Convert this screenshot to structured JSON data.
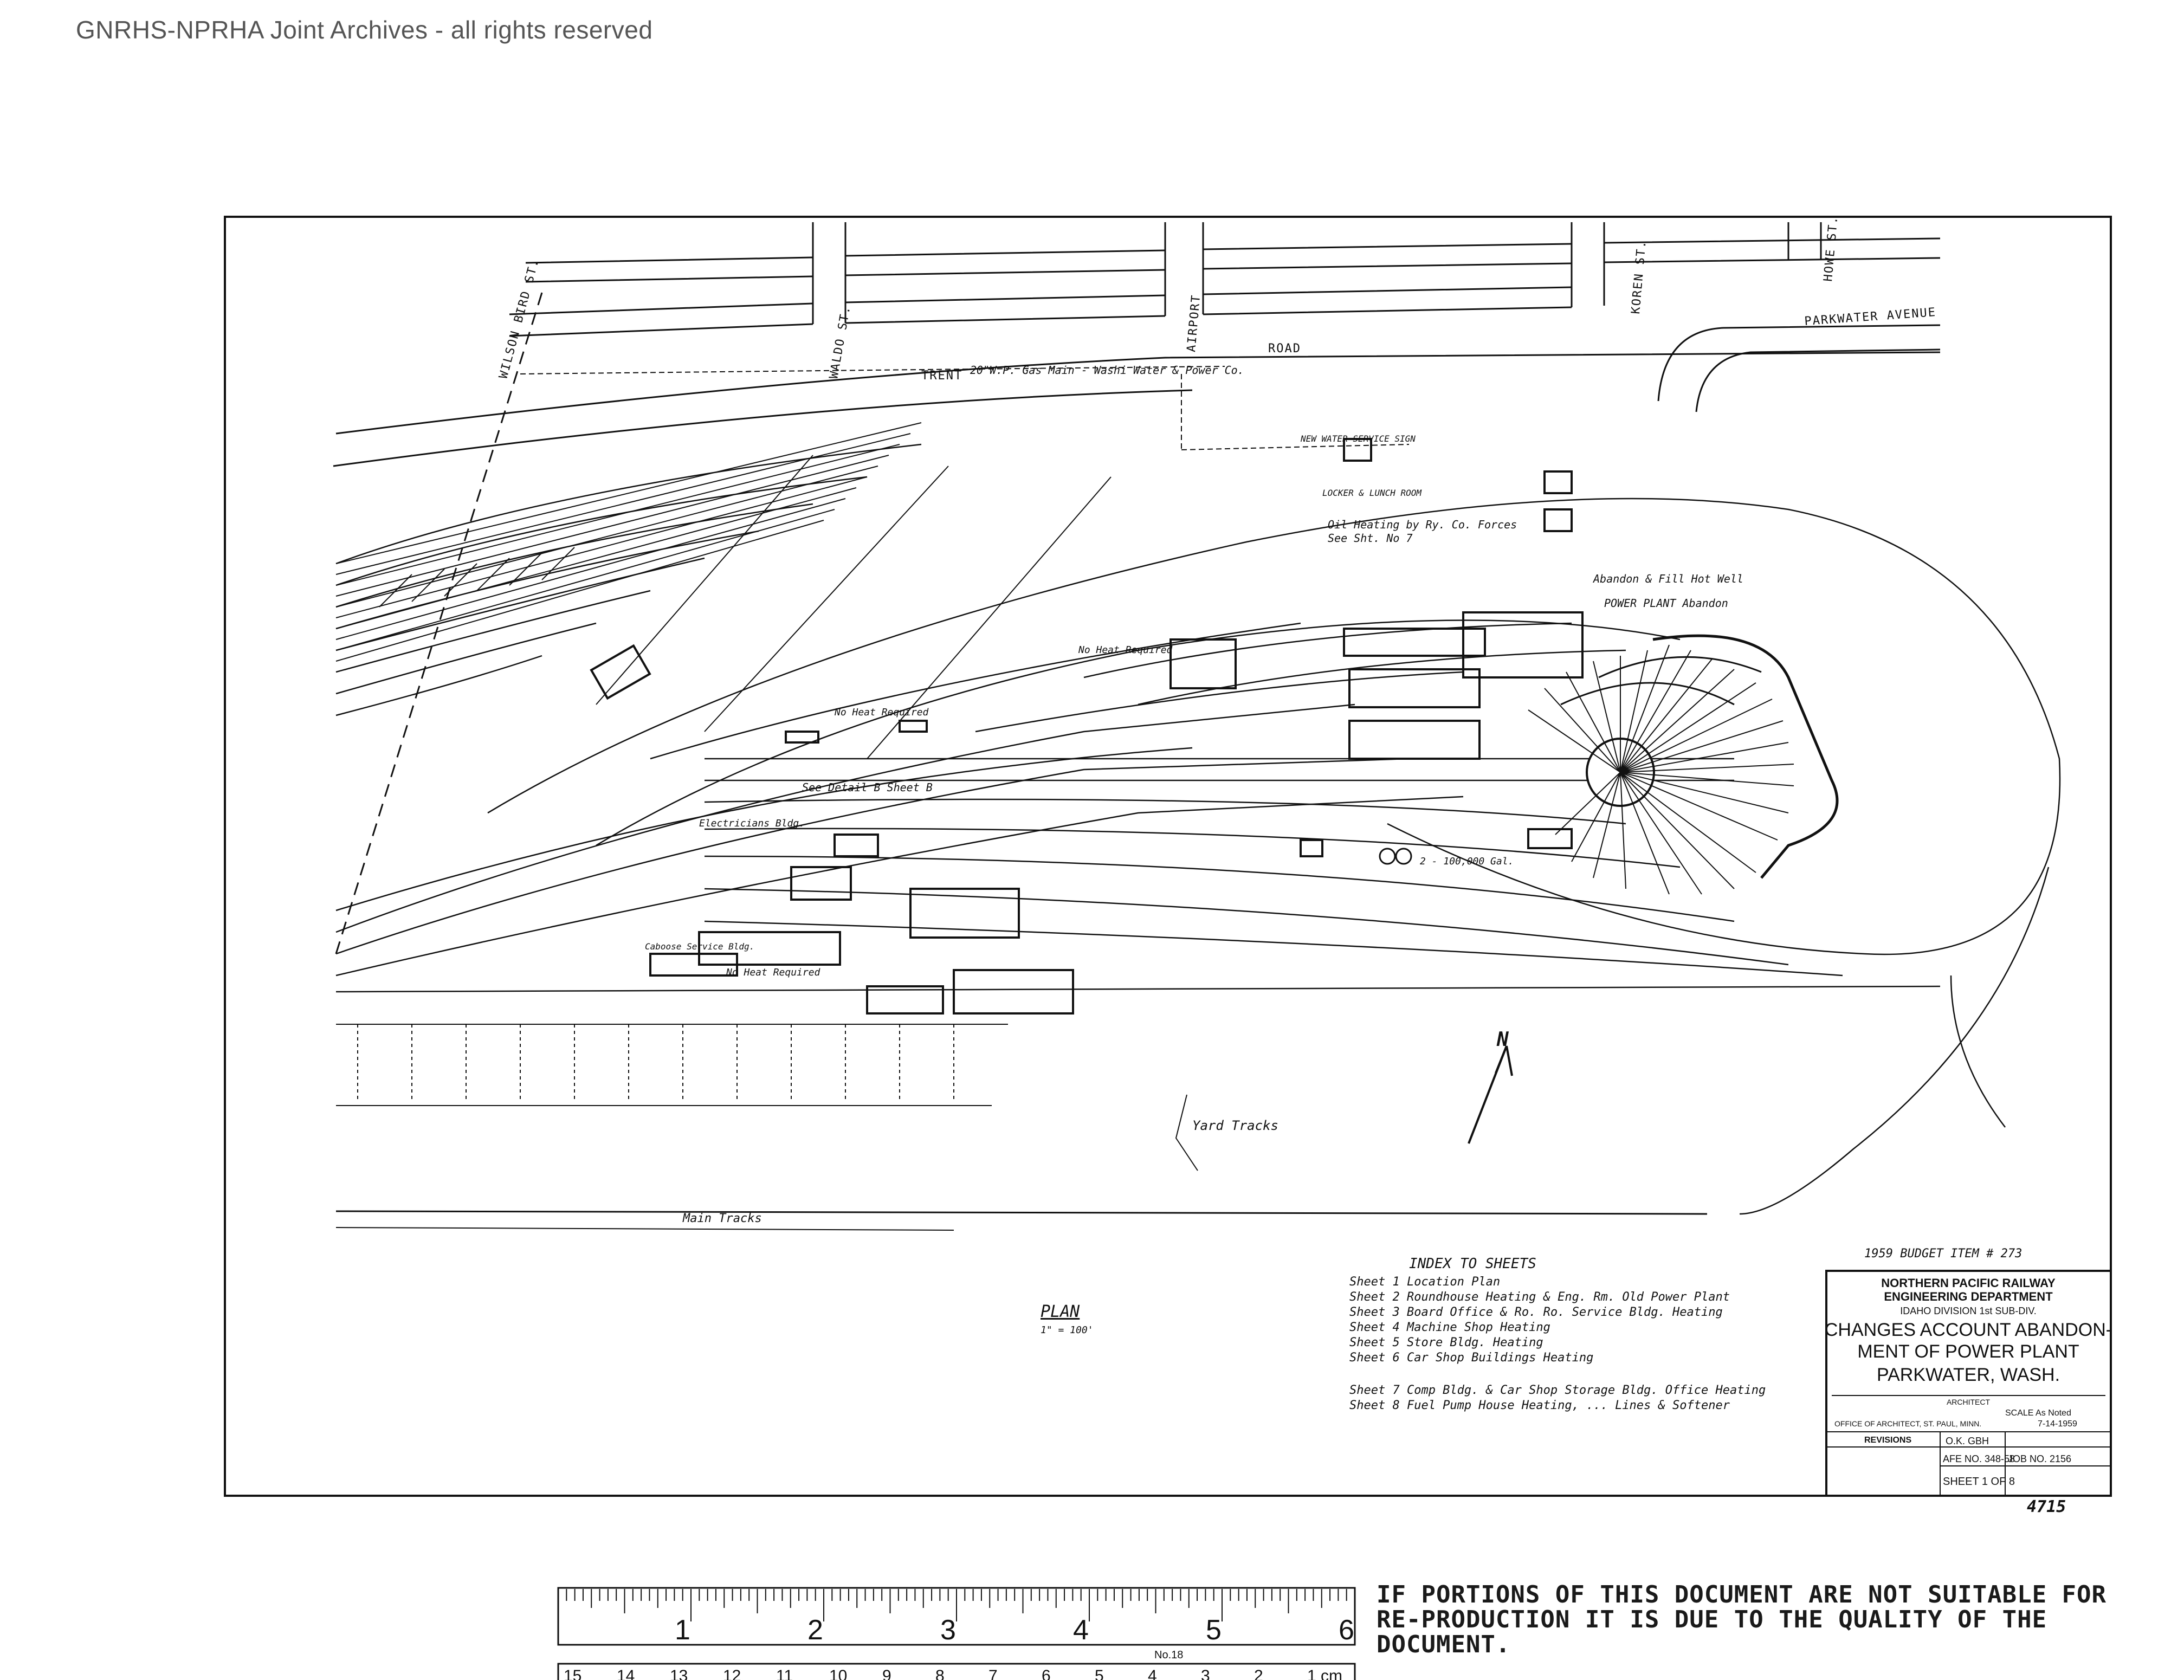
{
  "watermark": "GNRHS-NPRHA Joint Archives - all rights reserved",
  "streets": {
    "wilson": "WILSON BIRD ST.",
    "waldo": "WALDO ST.",
    "airport": "AIRPORT",
    "koren": "KOREN ST.",
    "howe": "HOWE ST.",
    "parkwater": "PARKWATER AVENUE",
    "trent": "TRENT",
    "road": "ROAD"
  },
  "annotations": {
    "gas_main": "20\"W.P. Gas Main - Washi Water & Power Co.",
    "oil_heating": "Oil Heating by Ry. Co. Forces",
    "see_sh7": "See Sht. No 7",
    "power_plant": "POWER PLANT Abandon",
    "abandon_fill": "Abandon & Fill Hot Well",
    "no_heat_1": "No Heat Required",
    "no_heat_2": "No Heat Required",
    "no_heat_3": "No Heat Required",
    "see_detail": "See Detail B Sheet B",
    "electricians": "Electricians Bldg.",
    "yard_tracks": "Yard Tracks",
    "main_tracks": "Main Tracks",
    "tanks": "2 - 100,000 Gal.",
    "caboose": "Caboose Service Bldg.",
    "locker": "LOCKER & LUNCH ROOM",
    "water_service": "NEW WATER SERVICE SIGN"
  },
  "index": {
    "title": "INDEX TO SHEETS",
    "items": [
      "Sheet 1 Location Plan",
      "Sheet 2 Roundhouse Heating & Eng. Rm. Old Power Plant",
      "Sheet 3 Board Office & Ro. Ro. Service Bldg. Heating",
      "Sheet 4 Machine Shop Heating",
      "Sheet 5 Store Bldg. Heating",
      "Sheet 6 Car Shop Buildings Heating",
      "Sheet 7 Comp Bldg. & Car Shop Storage Bldg. Office Heating",
      "Sheet 8 Fuel Pump House Heating, ... Lines & Softener"
    ]
  },
  "plan_label": "PLAN",
  "plan_scale": "1\" = 100'",
  "north": "N",
  "budget": "1959 BUDGET ITEM # 273",
  "title_block": {
    "company": "NORTHERN PACIFIC RAILWAY",
    "dept": "ENGINEERING DEPARTMENT",
    "division_line": "IDAHO DIVISION 1st SUB-DIV.",
    "title1": "CHANGES ACCOUNT ABANDON-",
    "title2": "MENT OF POWER PLANT",
    "title3": "PARKWATER, WASH.",
    "architect": "ARCHITECT",
    "scale": "SCALE As Noted",
    "office": "OFFICE OF ARCHITECT, ST. PAUL, MINN.",
    "date": "7-14-1959",
    "revisions": "REVISIONS",
    "ok": "O.K. GBH",
    "afe": "AFE NO. 348-58",
    "job": "JOB NO. 2156",
    "sheet": "SHEET 1 OF 8",
    "stamp": "4715"
  },
  "ruler": {
    "inch_labels": [
      "1",
      "2",
      "3",
      "4",
      "5",
      "6"
    ],
    "cm_labels": [
      "15",
      "14",
      "13",
      "12",
      "11",
      "10",
      "9",
      "8",
      "7",
      "6",
      "5",
      "4",
      "3",
      "2",
      "1 cm"
    ],
    "maker": "No.18"
  },
  "notice": "IF PORTIONS OF THIS DOCUMENT ARE NOT SUITABLE FOR RE-PRODUCTION IT IS DUE TO THE QUALITY OF THE DOCUMENT."
}
